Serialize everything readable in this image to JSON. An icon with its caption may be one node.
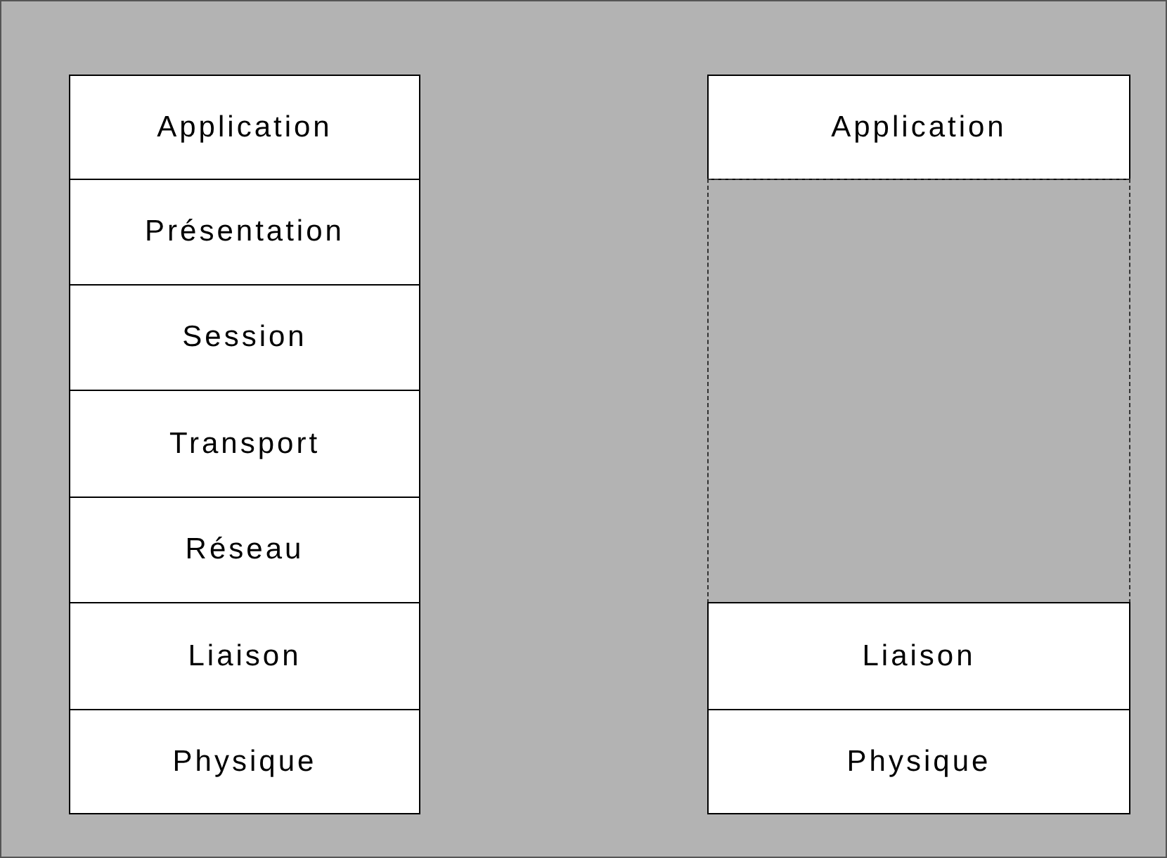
{
  "diagram": {
    "nodes": [
      {
        "text": [
          "Application"
        ]
      },
      {
        "text": [
          "Présentation"
        ]
      },
      {
        "text": [
          "Session"
        ]
      },
      {
        "text": [
          "Transport"
        ]
      },
      {
        "text": [
          "Réseau"
        ]
      },
      {
        "text": [
          "Liaison"
        ]
      },
      {
        "text": [
          "Physique"
        ]
      },
      {
        "text": [
          "Application"
        ]
      },
      {
        "text": [],
        "shape": "box"
      },
      {
        "text": [
          "Liaison"
        ]
      },
      {
        "text": [
          "Physique"
        ]
      }
    ],
    "edges": []
  }
}
